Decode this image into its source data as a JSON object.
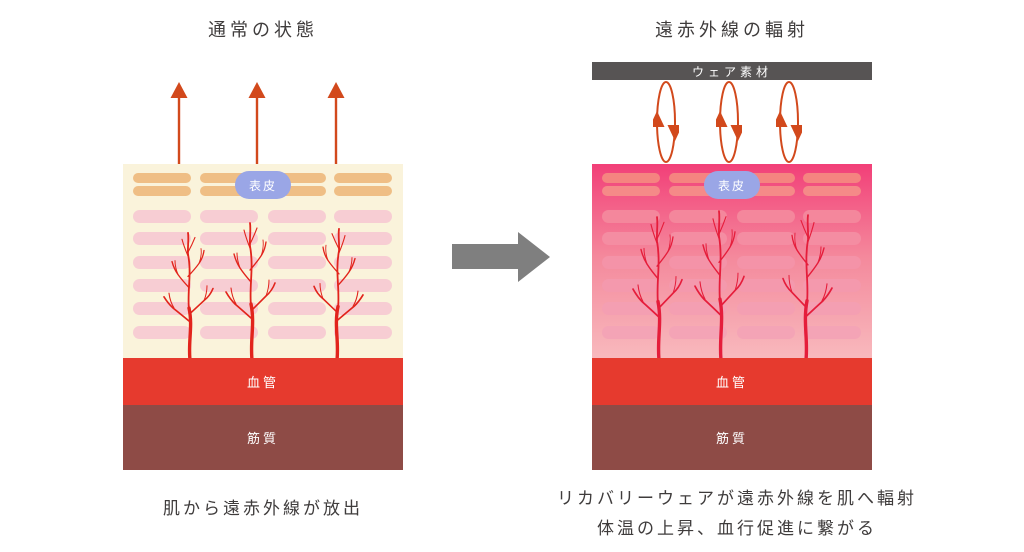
{
  "left": {
    "title": "通常の状態",
    "epidermis_label": "表皮",
    "blood_label": "血管",
    "muscle_label": "筋質",
    "caption": "肌から遠赤外線が放出"
  },
  "right": {
    "title": "遠赤外線の輻射",
    "wear_label": "ウェア素材",
    "epidermis_label": "表皮",
    "blood_label": "血管",
    "muscle_label": "筋質",
    "caption_line1": "リカバリーウェアが遠赤外線を肌へ輻射",
    "caption_line2": "体温の上昇、血行促進に繋がる"
  },
  "colors": {
    "text": "#3f3c3c",
    "arrow_orange": "#d2491c",
    "gray_arrow": "#7f7f7f",
    "left_bg": "#faf3db",
    "badge_bg": "#9aa6e6",
    "vessel_left": "#e2241c",
    "vessel_right": "#e51d3b",
    "blood_band": "#e63a2e",
    "muscle_band": "#8e4b46",
    "wear_bar_bg": "#575454",
    "right_bg_top": "#f23f78",
    "right_bg_mid": "#f4899c",
    "right_bg_bottom": "#f8b9bd"
  },
  "skin": {
    "left_pill_colors": [
      "#efbe85",
      "#efbe85",
      "#f7cdd3",
      "#f7cdd3",
      "#f7cdd3",
      "#f7cdd3",
      "#f7cdd3",
      "#f7cdd3"
    ],
    "right_pill_colors": [
      "#f58480",
      "#f58a88",
      "#f4879c",
      "#f48da2",
      "#f493a8",
      "#f499ad",
      "#f49fb2",
      "#f4a4b6"
    ]
  }
}
